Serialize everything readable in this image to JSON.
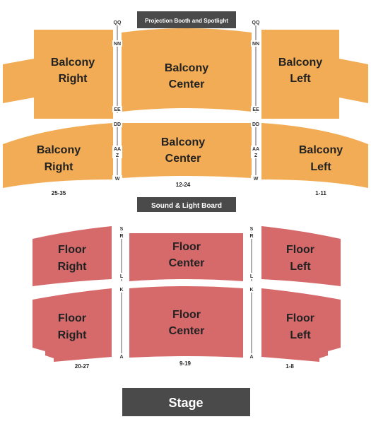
{
  "colors": {
    "balcony": "#F2AC55",
    "floor": "#D66A6B",
    "dark_box": "#4A4A4A",
    "divider": "#333333"
  },
  "labels": {
    "projection_booth": "Projection Booth and Spotlight",
    "sound_board": "Sound & Light Board",
    "stage": "Stage"
  },
  "sections": {
    "upper_balcony_right": [
      "Balcony",
      "Right"
    ],
    "upper_balcony_center": [
      "Balcony",
      "Center"
    ],
    "upper_balcony_left": [
      "Balcony",
      "Left"
    ],
    "lower_balcony_right": [
      "Balcony",
      "Right"
    ],
    "lower_balcony_center": [
      "Balcony",
      "Center"
    ],
    "lower_balcony_left": [
      "Balcony",
      "Left"
    ],
    "upper_floor_right": [
      "Floor",
      "Right"
    ],
    "upper_floor_center": [
      "Floor",
      "Center"
    ],
    "upper_floor_left": [
      "Floor",
      "Left"
    ],
    "lower_floor_right": [
      "Floor",
      "Right"
    ],
    "lower_floor_center": [
      "Floor",
      "Center"
    ],
    "lower_floor_left": [
      "Floor",
      "Left"
    ]
  },
  "row_markers": {
    "upper_balcony_top": "QQ",
    "upper_balcony_mid": "NN",
    "upper_balcony_bottom": "EE",
    "lower_balcony_top": "DD",
    "lower_balcony_aa": "AA",
    "lower_balcony_z": "Z",
    "lower_balcony_bottom": "W",
    "upper_floor_top": "S",
    "upper_floor_r": "R",
    "upper_floor_bottom": "L",
    "lower_floor_top": "K",
    "lower_floor_bottom": "A"
  },
  "seat_ranges": {
    "balcony_right": "25-35",
    "balcony_center": "12-24",
    "balcony_left": "1-11",
    "floor_right": "20-27",
    "floor_center": "9-19",
    "floor_left": "1-8"
  }
}
